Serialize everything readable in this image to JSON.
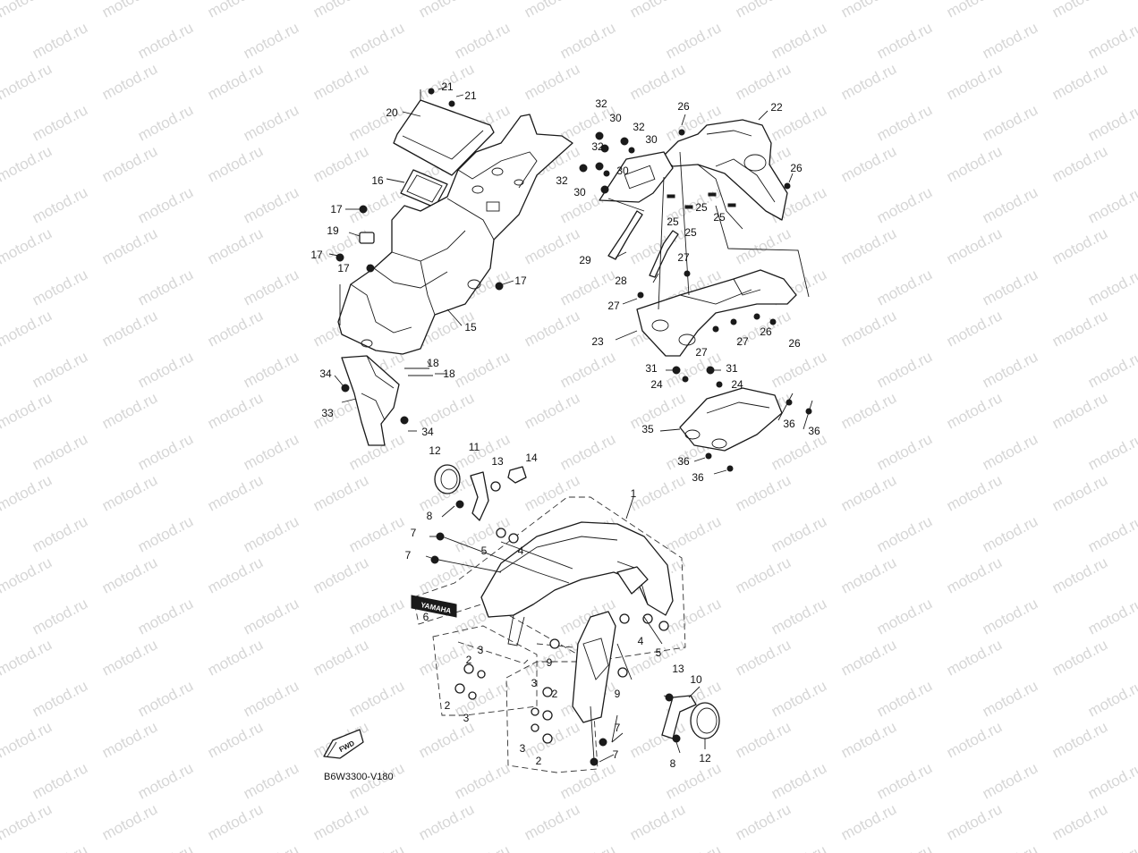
{
  "watermark": {
    "text": "motod.ru"
  },
  "diagram": {
    "code": "B6W3300-V180",
    "fwd_label": "FWD",
    "brand_label": "YAMAHA"
  },
  "callouts": [
    {
      "label": "1"
    },
    {
      "label": "2"
    },
    {
      "label": "2"
    },
    {
      "label": "2"
    },
    {
      "label": "2"
    },
    {
      "label": "3"
    },
    {
      "label": "3"
    },
    {
      "label": "3"
    },
    {
      "label": "3"
    },
    {
      "label": "4"
    },
    {
      "label": "4"
    },
    {
      "label": "5"
    },
    {
      "label": "5"
    },
    {
      "label": "6"
    },
    {
      "label": "7"
    },
    {
      "label": "7"
    },
    {
      "label": "7"
    },
    {
      "label": "7"
    },
    {
      "label": "8"
    },
    {
      "label": "8"
    },
    {
      "label": "9"
    },
    {
      "label": "9"
    },
    {
      "label": "10"
    },
    {
      "label": "11"
    },
    {
      "label": "12"
    },
    {
      "label": "12"
    },
    {
      "label": "13"
    },
    {
      "label": "13"
    },
    {
      "label": "14"
    },
    {
      "label": "15"
    },
    {
      "label": "16"
    },
    {
      "label": "17"
    },
    {
      "label": "17"
    },
    {
      "label": "17"
    },
    {
      "label": "17"
    },
    {
      "label": "18"
    },
    {
      "label": "18"
    },
    {
      "label": "19"
    },
    {
      "label": "20"
    },
    {
      "label": "21"
    },
    {
      "label": "21"
    },
    {
      "label": "22"
    },
    {
      "label": "23"
    },
    {
      "label": "24"
    },
    {
      "label": "24"
    },
    {
      "label": "25"
    },
    {
      "label": "25"
    },
    {
      "label": "25"
    },
    {
      "label": "25"
    },
    {
      "label": "26"
    },
    {
      "label": "26"
    },
    {
      "label": "26"
    },
    {
      "label": "26"
    },
    {
      "label": "27"
    },
    {
      "label": "27"
    },
    {
      "label": "27"
    },
    {
      "label": "27"
    },
    {
      "label": "28"
    },
    {
      "label": "29"
    },
    {
      "label": "30"
    },
    {
      "label": "30"
    },
    {
      "label": "30"
    },
    {
      "label": "30"
    },
    {
      "label": "31"
    },
    {
      "label": "31"
    },
    {
      "label": "32"
    },
    {
      "label": "32"
    },
    {
      "label": "32"
    },
    {
      "label": "32"
    },
    {
      "label": "33"
    },
    {
      "label": "34"
    },
    {
      "label": "34"
    },
    {
      "label": "35"
    },
    {
      "label": "36"
    },
    {
      "label": "36"
    },
    {
      "label": "36"
    },
    {
      "label": "36"
    }
  ]
}
